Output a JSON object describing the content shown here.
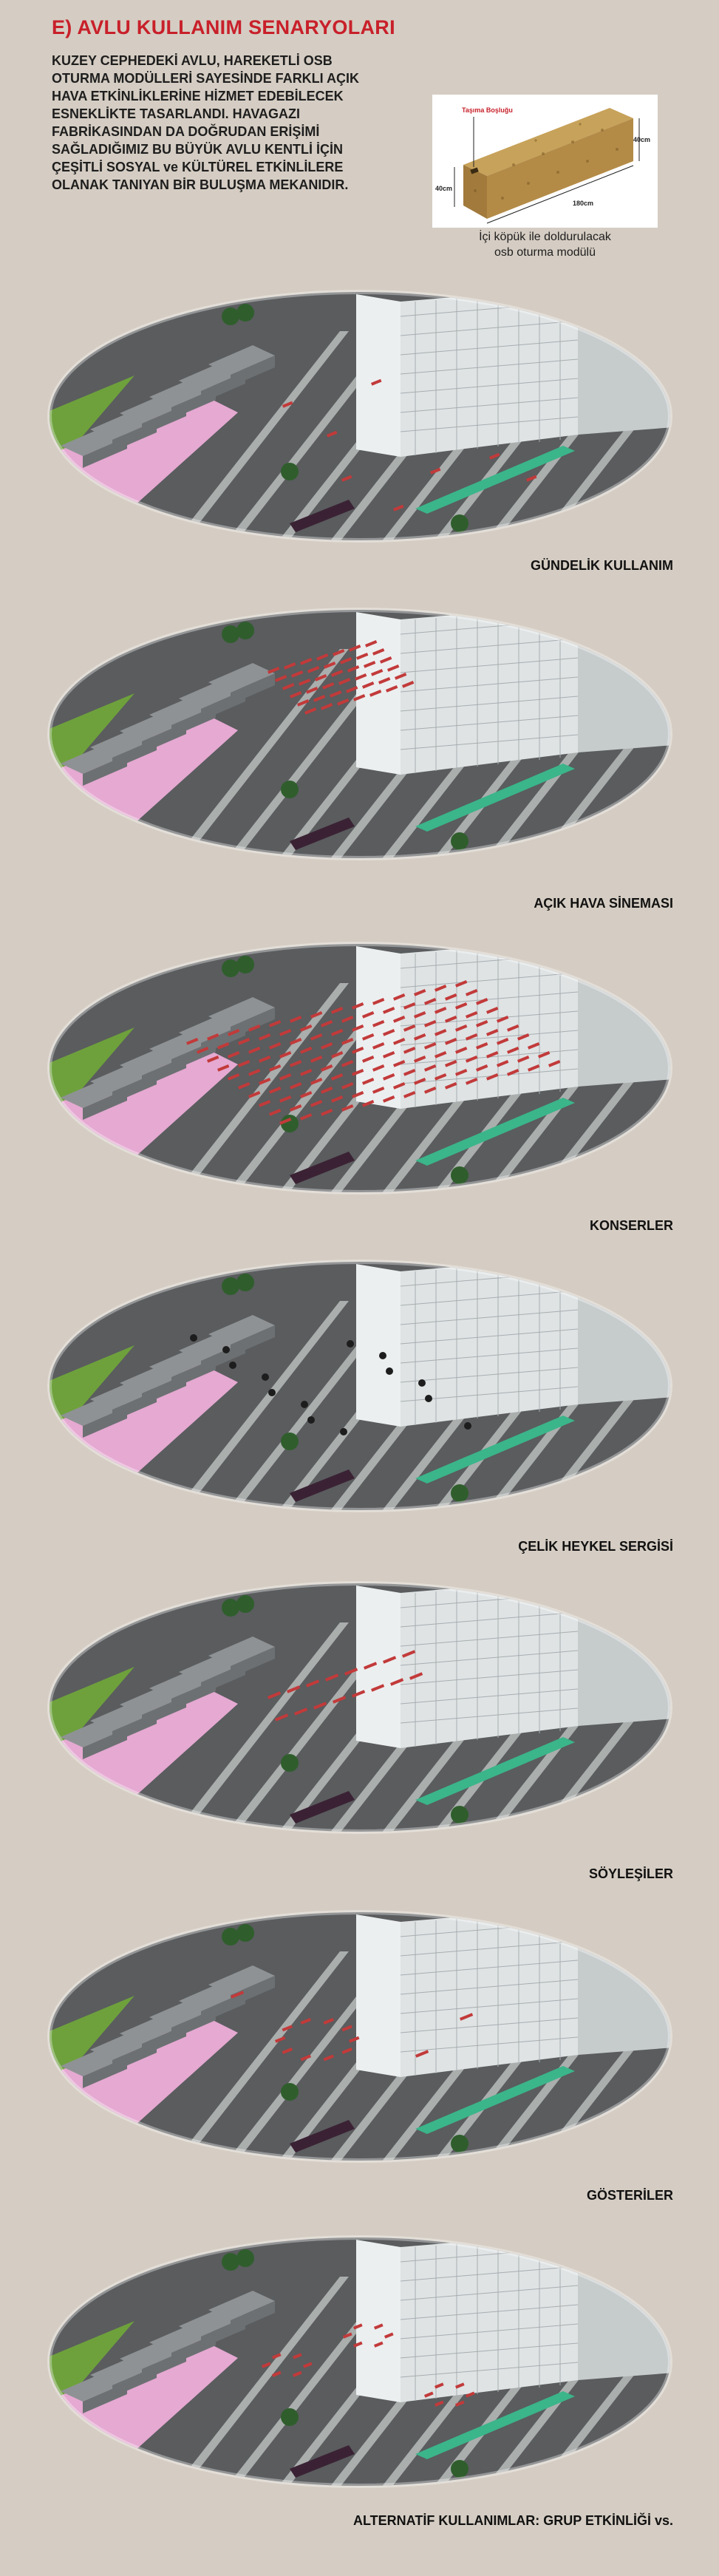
{
  "title": "E) AVLU KULLANIM SENARYOLARI",
  "intro_lines": [
    "KUZEY CEPHEDEKİ AVLU, HAREKETLİ OSB",
    "OTURMA MODÜLLERİ SAYESİNDE  FARKLI AÇIK",
    "HAVA ETKİNLİKLERİNE HİZMET EDEBİLECEK",
    "ESNEKLİKTE TASARLANDI. HAVAGAZI",
    "FABRİKASINDAN DA DOĞRUDAN ERİŞİMİ",
    "SAĞLADIĞIMIZ BU BÜYÜK AVLU KENTLİ İÇİN",
    "ÇEŞİTLİ SOSYAL ve KÜLTÜREL ETKİNLİLERE",
    "OLANAK TANIYAN BİR BULUŞMA MEKANIDIR."
  ],
  "module": {
    "handle_label": "Taşıma Boşluğu",
    "dim_length": "180cm",
    "dim_height": "40cm",
    "dim_depth": "40cm",
    "caption_lines": [
      "İçi köpük ile doldurulacak",
      "osb oturma modülü"
    ]
  },
  "scenarios": [
    {
      "label": "GÜNDELİK KULLANIM"
    },
    {
      "label": "AÇIK HAVA SİNEMASI"
    },
    {
      "label": "KONSERLER"
    },
    {
      "label": "ÇELİK HEYKEL SERGİSİ"
    },
    {
      "label": "SÖYLEŞİLER"
    },
    {
      "label": "GÖSTERİLER"
    },
    {
      "label": "ALTERNATİF KULLANIMLAR: GRUP ETKİNLİĞİ vs."
    }
  ],
  "colors": {
    "background": "#d5cdc3",
    "title": "#c8202a",
    "ground": "#5a5c5e",
    "stripe": "#b9bcbb",
    "building": "#dfe3e4",
    "road_pink": "#e5a9d2",
    "grass": "#6ea13c",
    "seat_red": "#c23a3a",
    "pool": "#3bb58a",
    "tree": "#2f5e2c"
  }
}
